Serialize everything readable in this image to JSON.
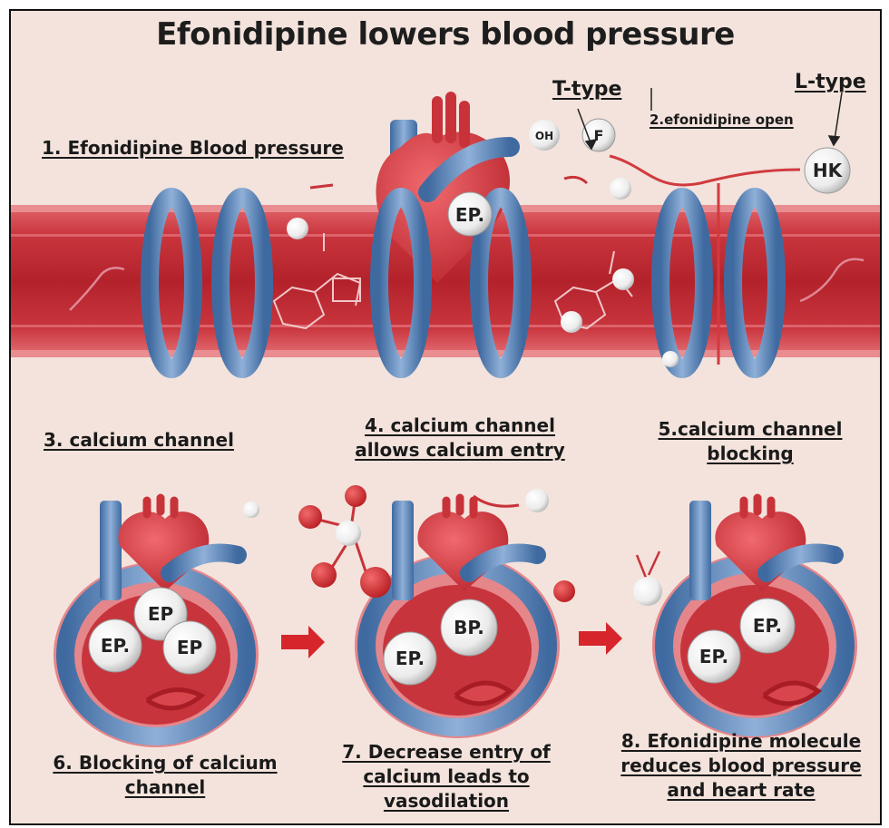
{
  "title": "Efonidipine lowers blood pressure",
  "labels": {
    "step1": "1. Efonidipine Blood pressure",
    "t_type": "T-type",
    "l_type": "L-type",
    "step2": "2.efonidipine open",
    "step3": "3. calcium channel",
    "step4_line1": "4. calcium channel",
    "step4_line2": "allows calcium entry",
    "step5_line1": "5.calcium channel",
    "step5_line2": "blocking",
    "step6_line1": "6. Blocking of calcium",
    "step6_line2": "channel",
    "step7_line1": "7. Decrease entry of",
    "step7_line2": "calcium leads to",
    "step7_line3": "vasodilation",
    "step8_line1": "8. Efonidipine molecule",
    "step8_line2": "reduces blood pressure",
    "step8_line3": "and heart rate"
  },
  "molecules": {
    "top_heart": "EP.",
    "oh": "OH",
    "f": "F",
    "hk": "HK",
    "heart1": [
      "EP",
      "EP.",
      "EP"
    ],
    "heart2": [
      "BP.",
      "EP."
    ],
    "heart3": [
      "EP.",
      "EP."
    ]
  },
  "colors": {
    "background": "#f3e3dc",
    "vessel_red": "#d9474e",
    "ring_blue": "#5c86b8",
    "arrow_red": "#d6262c"
  }
}
